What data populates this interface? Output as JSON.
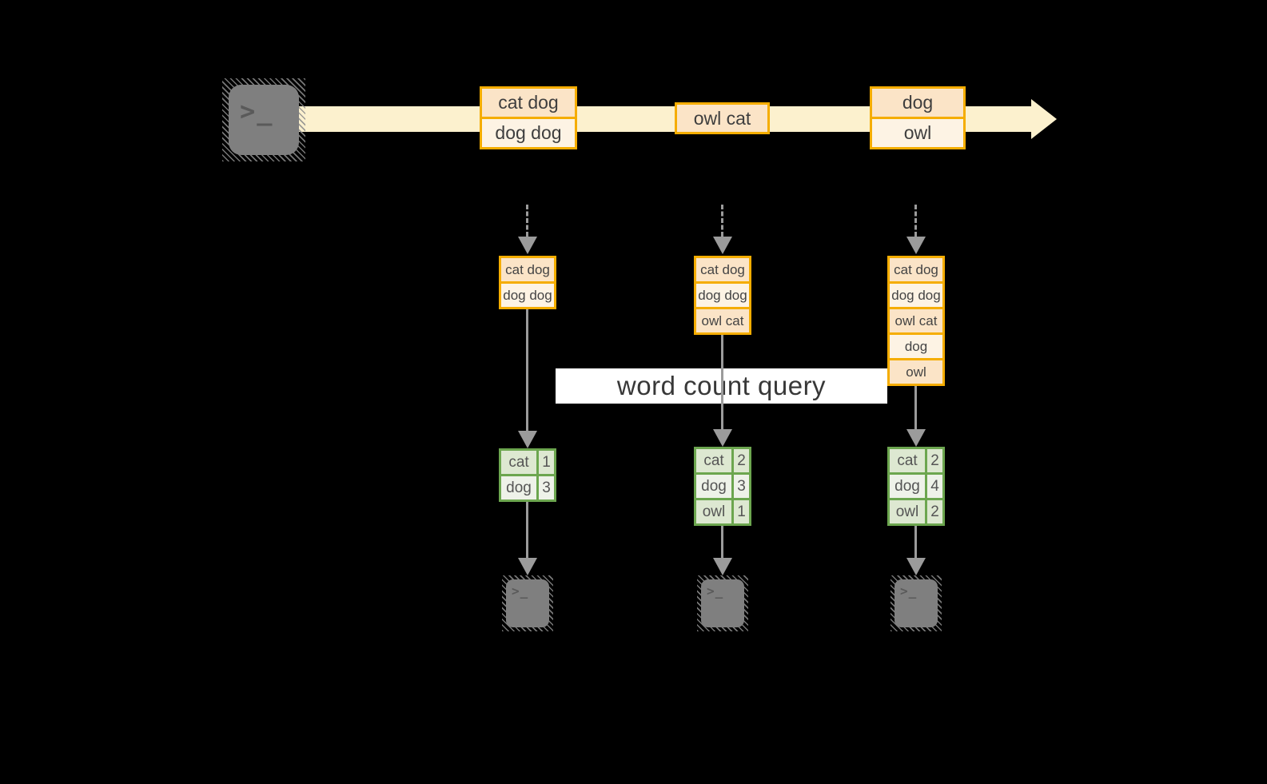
{
  "query_label": "word count query",
  "terminal_glyph": ">_",
  "stream": {
    "messages": [
      {
        "rows": [
          "cat dog",
          "dog dog"
        ]
      },
      {
        "rows": [
          "owl cat"
        ]
      },
      {
        "rows": [
          "dog",
          "owl"
        ]
      }
    ]
  },
  "columns": [
    {
      "buffer_rows": [
        "cat dog",
        "dog dog"
      ],
      "count_table": [
        {
          "word": "cat",
          "count": "1"
        },
        {
          "word": "dog",
          "count": "3"
        }
      ]
    },
    {
      "buffer_rows": [
        "cat dog",
        "dog dog",
        "owl cat"
      ],
      "count_table": [
        {
          "word": "cat",
          "count": "2"
        },
        {
          "word": "dog",
          "count": "3"
        },
        {
          "word": "owl",
          "count": "1"
        }
      ]
    },
    {
      "buffer_rows": [
        "cat dog",
        "dog dog",
        "owl cat",
        "dog",
        "owl"
      ],
      "count_table": [
        {
          "word": "cat",
          "count": "2"
        },
        {
          "word": "dog",
          "count": "4"
        },
        {
          "word": "owl",
          "count": "2"
        }
      ]
    }
  ],
  "colors": {
    "background": "#000000",
    "stream_band": "#fcf1ce",
    "message_border": "#f5ad00",
    "message_fill_dark": "#fbe4c7",
    "message_fill_light": "#fdf3e4",
    "table_border": "#6ca64f",
    "table_fill_dark": "#dde8d1",
    "table_fill_light": "#eef2e9",
    "arrow_gray": "#9b9b9b",
    "terminal_gray": "#7f7f7f",
    "query_label_bg": "#ffffff"
  }
}
